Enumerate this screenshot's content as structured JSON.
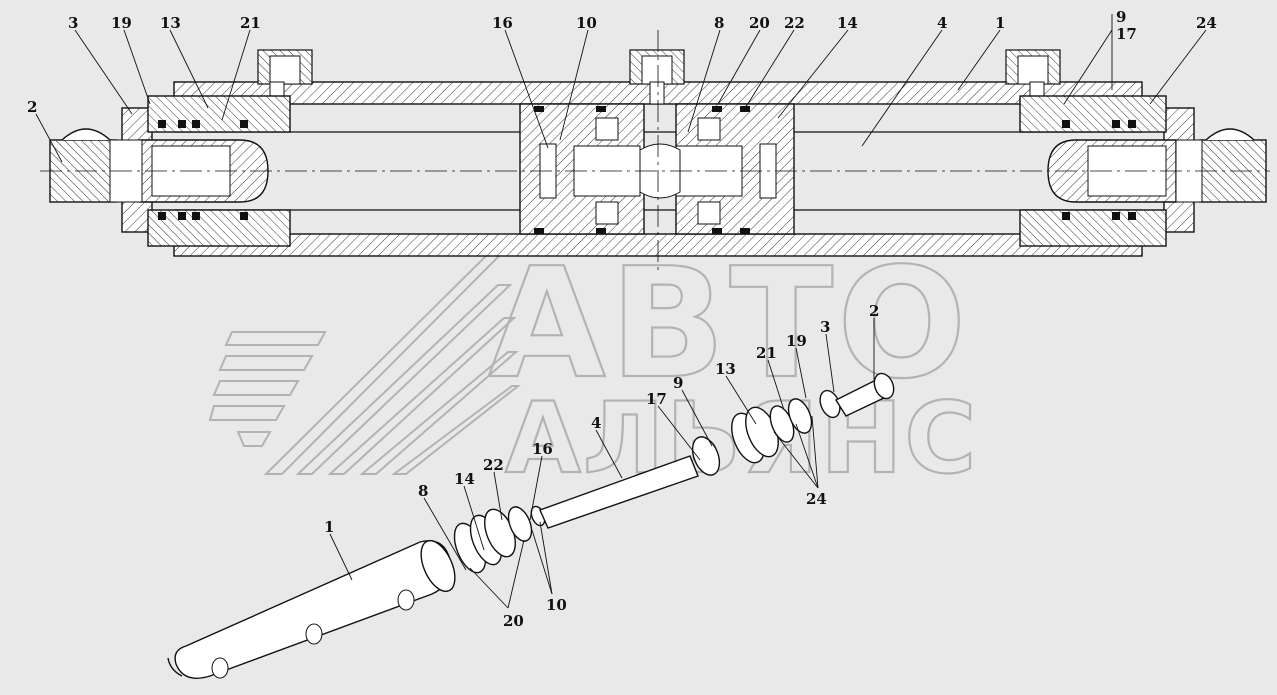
{
  "watermark": {
    "line1": "АВТО",
    "line2": "АЛЬЯНС",
    "color": "#b3b3b3"
  },
  "colors": {
    "background": "#e9e9e9",
    "ink": "#111111",
    "part_fill": "#ffffff"
  },
  "section_labels": [
    {
      "id": "s3",
      "text": "3"
    },
    {
      "id": "s19",
      "text": "19"
    },
    {
      "id": "s13",
      "text": "13"
    },
    {
      "id": "s21",
      "text": "21"
    },
    {
      "id": "s2",
      "text": "2"
    },
    {
      "id": "s16",
      "text": "16"
    },
    {
      "id": "s10",
      "text": "10"
    },
    {
      "id": "s8",
      "text": "8"
    },
    {
      "id": "s20",
      "text": "20"
    },
    {
      "id": "s22",
      "text": "22"
    },
    {
      "id": "s14",
      "text": "14"
    },
    {
      "id": "s4",
      "text": "4"
    },
    {
      "id": "s1",
      "text": "1"
    },
    {
      "id": "s9",
      "text": "9"
    },
    {
      "id": "s17",
      "text": "17"
    },
    {
      "id": "s24",
      "text": "24"
    }
  ],
  "exploded_labels": [
    {
      "id": "e1",
      "text": "1"
    },
    {
      "id": "e8",
      "text": "8"
    },
    {
      "id": "e14",
      "text": "14"
    },
    {
      "id": "e22",
      "text": "22"
    },
    {
      "id": "e16",
      "text": "16"
    },
    {
      "id": "e20",
      "text": "20"
    },
    {
      "id": "e10",
      "text": "10"
    },
    {
      "id": "e4",
      "text": "4"
    },
    {
      "id": "e17",
      "text": "17"
    },
    {
      "id": "e9",
      "text": "9"
    },
    {
      "id": "e13",
      "text": "13"
    },
    {
      "id": "e21",
      "text": "21"
    },
    {
      "id": "e19",
      "text": "19"
    },
    {
      "id": "e3",
      "text": "3"
    },
    {
      "id": "e2",
      "text": "2"
    },
    {
      "id": "e24",
      "text": "24"
    }
  ]
}
